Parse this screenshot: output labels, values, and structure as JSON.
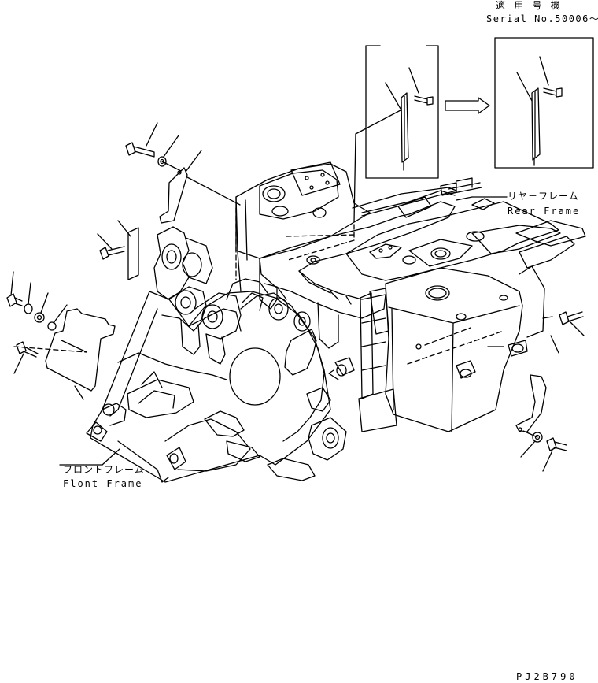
{
  "header": {
    "applicable_models_jp": "適 用 号 機",
    "serial_label": "Serial No.50006～"
  },
  "callouts": {
    "rear_frame_jp": "リヤ－フレーム",
    "rear_frame_en": "Rear Frame",
    "front_frame_jp": "フロントフレーム",
    "front_frame_en": "Flont Frame"
  },
  "footer": {
    "drawing_code": "PJ2B790"
  }
}
